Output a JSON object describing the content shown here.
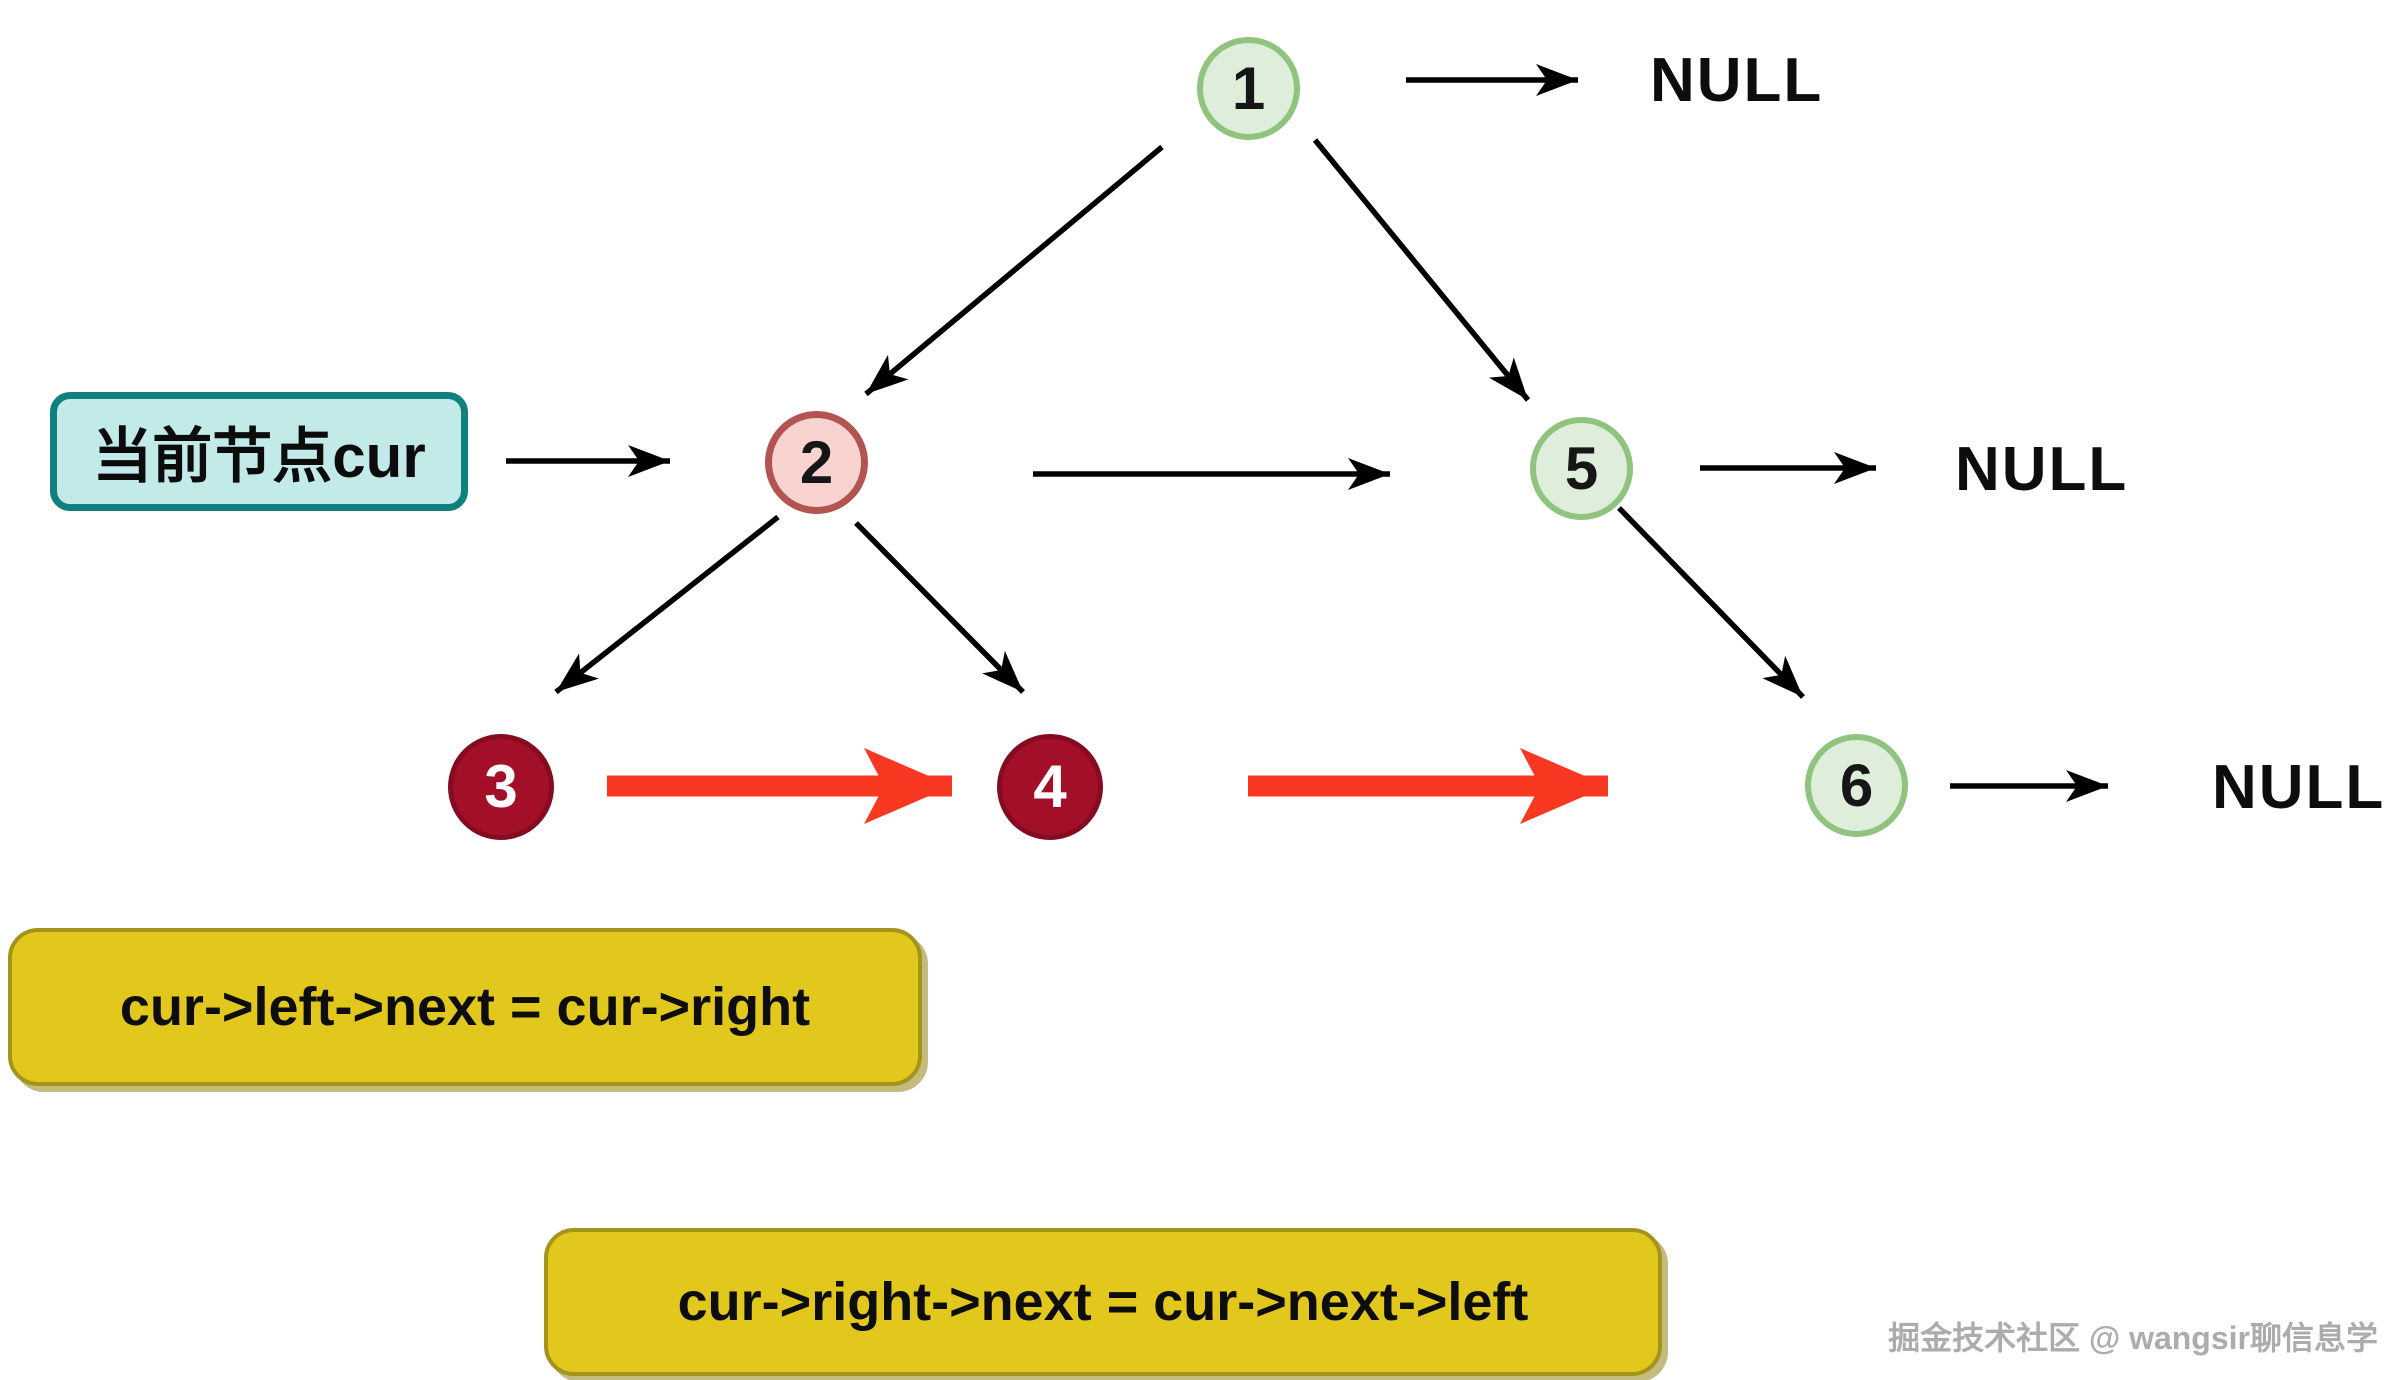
{
  "diagram": {
    "nodes": [
      {
        "label": "1",
        "color": "green"
      },
      {
        "label": "2",
        "color": "pink"
      },
      {
        "label": "5",
        "color": "green"
      },
      {
        "label": "3",
        "color": "dark_red"
      },
      {
        "label": "4",
        "color": "dark_red"
      },
      {
        "label": "6",
        "color": "green"
      }
    ],
    "null_labels": [
      "NULL",
      "NULL",
      "NULL"
    ],
    "current_node_label": "当前节点cur",
    "code_boxes": [
      "cur->left->next = cur->right",
      "cur->right->next = cur->next->left"
    ],
    "watermark": "掘金技术社区 @ wangsir聊信息学"
  },
  "colors": {
    "node-green-fill": "#dfeeda",
    "node-green-border": "#90c37e",
    "node-pink-fill": "#f8d3d0",
    "node-pink-border": "#b25551",
    "node-darkred-fill": "#a30e29",
    "node-darkred-border": "#850c20",
    "red-arrow": "#f93822",
    "edge-black": "#000000",
    "cyan-fill": "#c2eae8",
    "cyan-border": "#0f807e",
    "gold-fill": "#e2c71d",
    "gold-border": "#a5941a",
    "watermark-gray": "#aeabab"
  }
}
